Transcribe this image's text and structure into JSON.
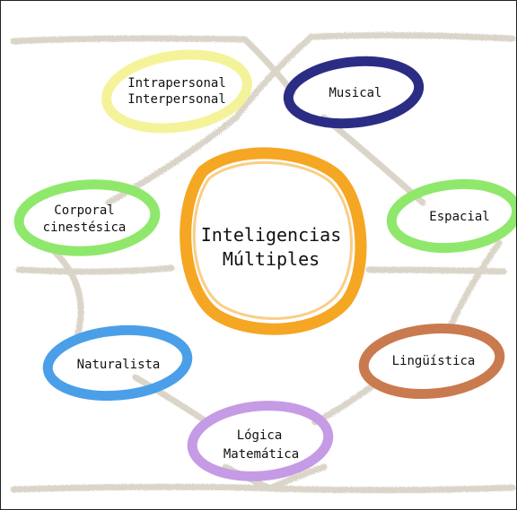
{
  "diagram": {
    "center": {
      "line1": "Inteligencias",
      "line2": "Múltiples",
      "color": "#f5a623"
    },
    "nodes": [
      {
        "id": "intrapersonal",
        "line1": "Intrapersonal",
        "line2": "Interpersonal",
        "color": "#f4f39a"
      },
      {
        "id": "musical",
        "line1": "Musical",
        "color": "#2b2d84"
      },
      {
        "id": "corporal",
        "line1": "Corporal",
        "line2": "cinestésica",
        "color": "#8fe86b"
      },
      {
        "id": "espacial",
        "line1": "Espacial",
        "color": "#8fe86b"
      },
      {
        "id": "naturalista",
        "line1": "Naturalista",
        "color": "#4a9fe8"
      },
      {
        "id": "linguistica",
        "line1": "Lingüística",
        "color": "#c97a4f"
      },
      {
        "id": "logica",
        "line1": "Lógica",
        "line2": "Matemática",
        "color": "#c59be6"
      }
    ],
    "chalk_color": "#cfc7b8"
  }
}
